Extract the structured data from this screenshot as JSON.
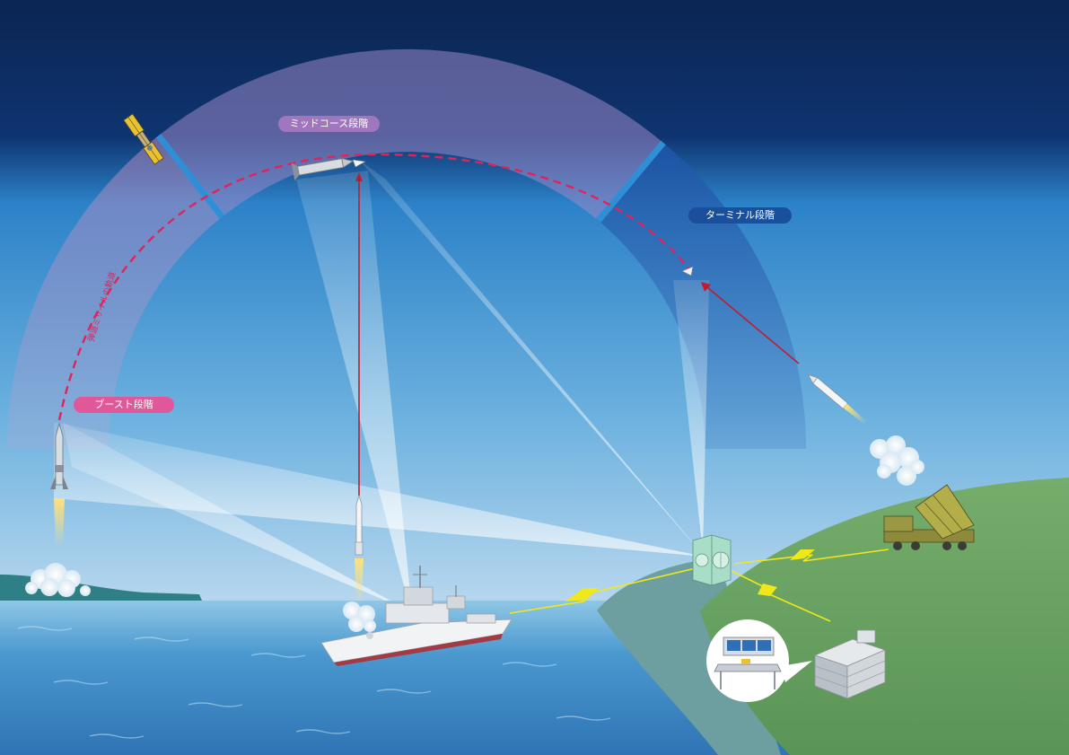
{
  "labels": {
    "boost_phase": "ブースト段階",
    "midcourse_phase": "ミッドコース段階",
    "terminal_phase": "ターミナル段階",
    "trajectory": "弾道ミサイルの軌道"
  },
  "colors": {
    "sky_top": "#0b2553",
    "sky_bottom": "#cfe3f0",
    "boost_tag": "#e0589a",
    "midcourse_tag": "#a077bf",
    "terminal_tag": "#1a4f9c",
    "trajectory": "#e0245a",
    "intercept_path": "#c01c30",
    "sea": "#3f88c4",
    "land": "#6fa86a",
    "datalink": "#f0e81a"
  },
  "icons": [
    "satellite-icon",
    "ballistic-missile-icon",
    "aegis-destroyer-icon",
    "interceptor-missile-icon",
    "radar-station-icon",
    "patriot-launcher-icon",
    "command-center-icon",
    "operator-console-icon"
  ]
}
